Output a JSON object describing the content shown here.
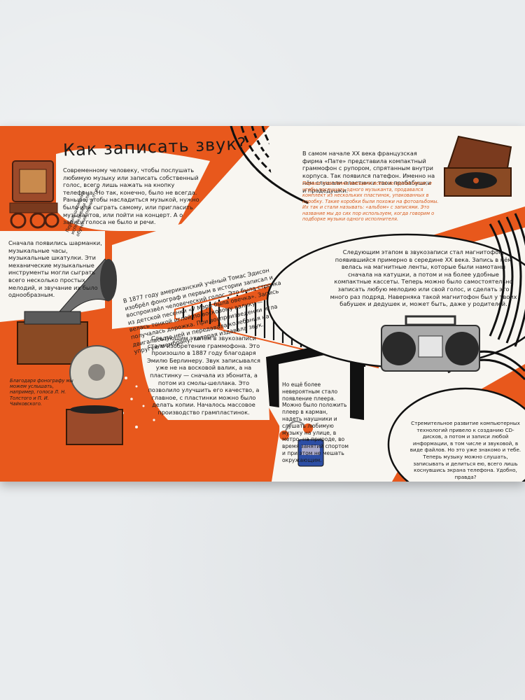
{
  "title": "Как записать звук?",
  "intro": "Современному человеку, чтобы послушать любимую музыку или записать собственный голос, всего лишь нажать на кнопку телефона. Но так, конечно, было не всегда. Раньше, чтобы насладиться музыкой, нужно было или сыграть самому, или пригласить музыкантов, или пойти на концерт. А о записи голоса не было и речи.",
  "caption_organ": "Первые шарманки использовали для обучения певчих птиц",
  "mechanical": "Сначала появились шарманки, музыкальные часы, музыкальные шкатулки. Эти механические музыкальные инструменты могли сыграть всего несколько простых мелодий, и звучание их было однообразным.",
  "edison": "В 1877 году американский учёный Томас Эдисон изобрёл фонограф и первым в истории записал и воспроизвёл человеческий голос. Это была строчка из детской песенки «У Мэри была овечка». Запись велась тонкой иглой по восковому валику — получалась дорожка. При воспроизведении игла двигалась по ней и передавала колебания на упругую мембрану, которая издавала звук.",
  "phonograph_caption": "Благодаря фонографу мы можем услышать, например, голоса Л. Н. Толстого и П. И. Чайковского.",
  "gramophone": "Следующим этапом в звукозаписи стало изобретение граммофона. Это произошло в 1887 году благодаря Эмилю Берлинеру. Звук записывался уже не на восковой валик, а на пластинку — сначала из эбонита, а потом из смолы-шеллака. Это позволило улучшить его качество, а главное, с пластинки можно было делать копии. Началось массовое производство грампластинок.",
  "pathe": "В самом начале XX века французская фирма «Пате» представила компактный граммофон с рупором, спрятанным внутри корпуса. Так появился патефон. Именно на нём слушали пластинки твои прабабушки и прадедушки.",
  "pathe_note": "Первые пластинки вмещали всего по одной песне, и чтобы послушать одного музыканта, продавался комплект из нескольких пластинок, упакованных в коробку. Такие коробки были похожи на фотоальбомы. Их так и стали называть: «альбом» с записями. Это название мы до сих пор используем, когда говорим о подборке музыки одного исполнителя.",
  "tape": "Следующим этапом в звукозаписи стал магнитофон, появившийся примерно в середине XX века. Запись в нём велась на магнитные ленты, которые были намотаны сначала на катушки, а потом и на более удобные компактные кассеты. Теперь можно было самостоятельно записать любую мелодию или свой голос, и сделать это много раз подряд. Наверняка такой магнитофон был у твоих бабушек и дедушек и, может быть, даже у родителей.",
  "player": "Но ещё более невероятным стало появление плеера. Можно было положить плеер в карман, надеть наушники и слушать любимую музыку на улице, в метро, на природе, во время занятий спортом и при этом не мешать окружающим.",
  "digital": "Стремительное развитие компьютерных технологий привело к созданию CD-дисков, а потом и записи любой информации, в том числе и звуковой, в виде файлов. Но это уже знакомо и тебе. Теперь музыку можно слушать, записывать и делиться ею, всего лишь коснувшись экрана телефона. Удобно, правда?",
  "colors": {
    "orange": "#e8581c",
    "paper": "#f8f6f1",
    "background": "#e9ecee",
    "ink": "#1b1b1b"
  }
}
